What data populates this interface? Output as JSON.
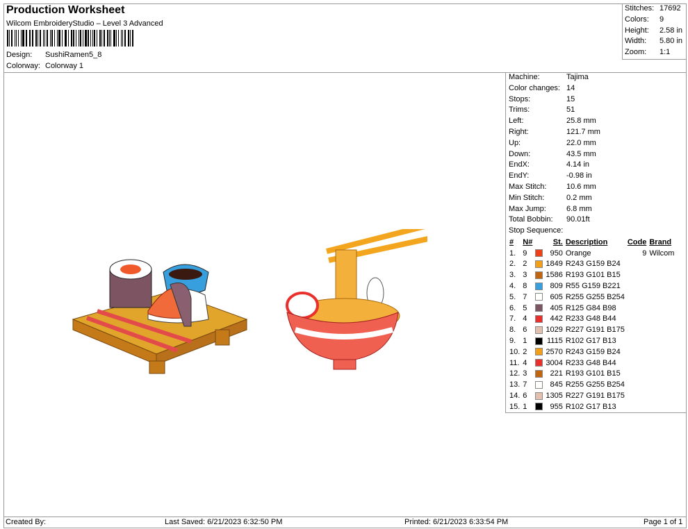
{
  "header": {
    "title": "Production Worksheet",
    "subtitle": "Wilcom EmbroideryStudio – Level 3 Advanced",
    "design_label": "Design:",
    "design": "SushiRamen5_8",
    "colorway_label": "Colorway:",
    "colorway": "Colorway 1"
  },
  "stats": [
    {
      "k": "Stitches:",
      "v": "17692"
    },
    {
      "k": "Colors:",
      "v": "9"
    },
    {
      "k": "Height:",
      "v": "2.58 in"
    },
    {
      "k": "Width:",
      "v": "5.80 in"
    },
    {
      "k": "Zoom:",
      "v": "1:1"
    }
  ],
  "info": [
    {
      "k": "Machine:",
      "v": "Tajima"
    },
    {
      "k": "Color changes:",
      "v": "14"
    },
    {
      "k": "Stops:",
      "v": "15"
    },
    {
      "k": "Trims:",
      "v": "51"
    },
    {
      "k": "Left:",
      "v": "25.8 mm"
    },
    {
      "k": "Right:",
      "v": "121.7 mm"
    },
    {
      "k": "Up:",
      "v": "22.0 mm"
    },
    {
      "k": "Down:",
      "v": "43.5 mm"
    },
    {
      "k": "EndX:",
      "v": "4.14 in"
    },
    {
      "k": "EndY:",
      "v": "-0.98 in"
    },
    {
      "k": "Max Stitch:",
      "v": "10.6 mm"
    },
    {
      "k": "Min Stitch:",
      "v": "0.2 mm"
    },
    {
      "k": "Max Jump:",
      "v": "6.8 mm"
    },
    {
      "k": "Total Bobbin:",
      "v": "90.01ft"
    }
  ],
  "stop_title": "Stop Sequence:",
  "columns": {
    "num": "#",
    "n": "N#",
    "st": "St.",
    "desc": "Description",
    "code": "Code",
    "brand": "Brand"
  },
  "stops": [
    {
      "num": "1.",
      "n": "9",
      "color": "#f0401a",
      "st": "950",
      "desc": "Orange",
      "code": "9",
      "brand": "Wilcom"
    },
    {
      "num": "2.",
      "n": "2",
      "color": "#f39f18",
      "st": "1849",
      "desc": "R243 G159 B24",
      "code": "",
      "brand": ""
    },
    {
      "num": "3.",
      "n": "3",
      "color": "#c1650f",
      "st": "1586",
      "desc": "R193 G101 B15",
      "code": "",
      "brand": ""
    },
    {
      "num": "4.",
      "n": "8",
      "color": "#379fdd",
      "st": "809",
      "desc": "R55 G159 B221",
      "code": "",
      "brand": ""
    },
    {
      "num": "5.",
      "n": "7",
      "color": "#fffffe",
      "st": "605",
      "desc": "R255 G255 B254",
      "code": "",
      "brand": ""
    },
    {
      "num": "6.",
      "n": "5",
      "color": "#7d5462",
      "st": "405",
      "desc": "R125 G84 B98",
      "code": "",
      "brand": ""
    },
    {
      "num": "7.",
      "n": "4",
      "color": "#e9302c",
      "st": "442",
      "desc": "R233 G48 B44",
      "code": "",
      "brand": ""
    },
    {
      "num": "8.",
      "n": "6",
      "color": "#e3bfaf",
      "st": "1029",
      "desc": "R227 G191 B175",
      "code": "",
      "brand": ""
    },
    {
      "num": "9.",
      "n": "1",
      "color": "#000000",
      "st": "1115",
      "desc": "R102 G17 B13",
      "code": "",
      "brand": ""
    },
    {
      "num": "10.",
      "n": "2",
      "color": "#f39f18",
      "st": "2570",
      "desc": "R243 G159 B24",
      "code": "",
      "brand": ""
    },
    {
      "num": "11.",
      "n": "4",
      "color": "#e9302c",
      "st": "3004",
      "desc": "R233 G48 B44",
      "code": "",
      "brand": ""
    },
    {
      "num": "12.",
      "n": "3",
      "color": "#c1650f",
      "st": "221",
      "desc": "R193 G101 B15",
      "code": "",
      "brand": ""
    },
    {
      "num": "13.",
      "n": "7",
      "color": "#fffffe",
      "st": "845",
      "desc": "R255 G255 B254",
      "code": "",
      "brand": ""
    },
    {
      "num": "14.",
      "n": "6",
      "color": "#e3bfaf",
      "st": "1305",
      "desc": "R227 G191 B175",
      "code": "",
      "brand": ""
    },
    {
      "num": "15.",
      "n": "1",
      "color": "#000000",
      "st": "955",
      "desc": "R102 G17 B13",
      "code": "",
      "brand": ""
    }
  ],
  "footer": {
    "created": "Created By:",
    "saved": "Last Saved: 6/21/2023 6:32:50 PM",
    "printed": "Printed: 6/21/2023 6:33:54 PM",
    "page": "Page 1 of 1"
  }
}
